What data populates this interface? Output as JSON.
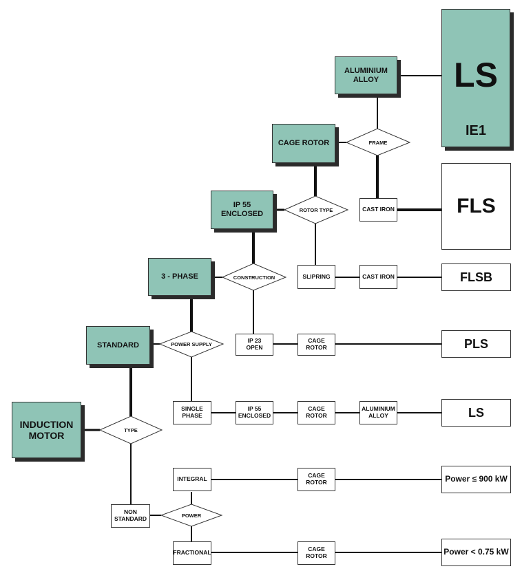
{
  "nodes": {
    "induction_motor": "INDUCTION\nMOTOR",
    "standard": "STANDARD",
    "three_phase": "3 - PHASE",
    "ip55_enclosed": "IP 55 ENCLOSED",
    "cage_rotor_top": "CAGE ROTOR",
    "aluminium_alloy_top": "ALUMINIUM\nALLOY",
    "cast_iron_1": "CAST IRON",
    "slipring": "SLIPRING",
    "cast_iron_2": "CAST IRON",
    "ip23_open": "IP 23\nOPEN",
    "cage_rotor_pls": "CAGE ROTOR",
    "single_phase": "SINGLE\nPHASE",
    "ip55_enclosed_small": "IP 55\nENCLOSED",
    "cage_rotor_ls": "CAGE ROTOR",
    "aluminium_alloy_ls": "ALUMINIUM\nALLOY",
    "integral": "INTEGRAL",
    "cage_rotor_integral": "CAGE ROTOR",
    "non_standard": "NON\nSTANDARD",
    "fractional": "FRACTIONAL",
    "cage_rotor_fractional": "CAGE ROTOR"
  },
  "decisions": {
    "frame": "FRAME",
    "rotor_type": "ROTOR TYPE",
    "construction": "CONSTRUCTION",
    "power_supply": "POWER SUPPLY",
    "type": "TYPE",
    "power": "POWER"
  },
  "outputs": {
    "ls_ie1_name": "LS",
    "ls_ie1_class": "IE1",
    "fls": "FLS",
    "flsb": "FLSB",
    "pls": "PLS",
    "ls": "LS",
    "power_900": "Power ≤ 900 kW",
    "power_075": "Power < 0.75 kW"
  },
  "colors": {
    "teal": "#8fc4b6",
    "line": "#111111"
  }
}
